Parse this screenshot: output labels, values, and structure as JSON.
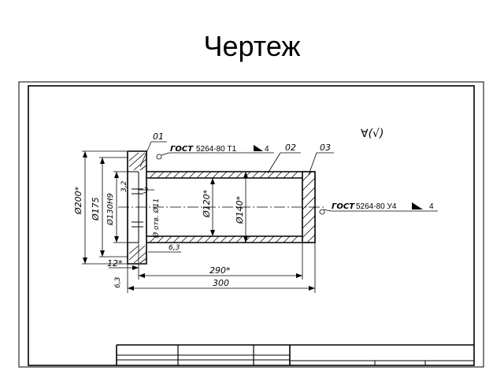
{
  "slide": {
    "title": "Чертеж"
  },
  "drawing": {
    "roughness_symbol": "∀(√)",
    "callouts": {
      "part1": "01",
      "part2": "02",
      "part3": "03"
    },
    "weld_top": {
      "std": "ГОСТ",
      "code": "5264-80 Т1",
      "leg": "4"
    },
    "weld_right": {
      "std": "ГОСТ",
      "code": "5264-80 У4",
      "leg": "4"
    },
    "dimensions": {
      "d200": "Ø200*",
      "d175": "Ø175",
      "d130": "Ø130H9",
      "d120": "Ø120*",
      "d140": "Ø140*",
      "bore": "Ø отв. Ø11",
      "r32": "3,2",
      "gap3": "3",
      "r63a": "6,3",
      "r63b": "6,3",
      "l12": "12*",
      "l290": "290*",
      "l300": "300"
    }
  }
}
